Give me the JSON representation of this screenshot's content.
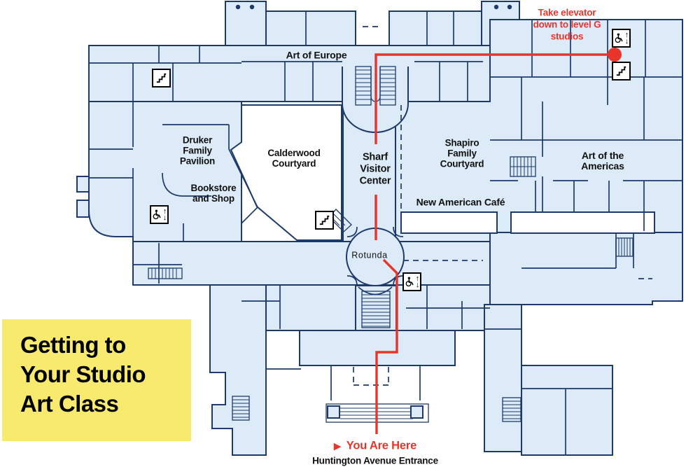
{
  "title_card": {
    "label": "Getting to\nYour Studio\nArt Class"
  },
  "map": {
    "areas": {
      "art_of_europe": "Art of Europe",
      "druker_family_pavilion": "Druker\nFamily\nPavilion",
      "calderwood_courtyard": "Calderwood\nCourtyard",
      "sharf_visitor_center": "Sharf\nVisitor\nCenter",
      "shapiro_family_courtyard": "Shapiro\nFamily\nCourtyard",
      "art_of_the_americas": "Art of the Americas",
      "bookstore_and_shop": "Bookstore\nand Shop",
      "new_american_cafe": "New American Café",
      "rotunda": "Rotunda"
    },
    "route": {
      "elevator_note": "Take elevator\ndown to level G\nstudios",
      "you_are_here_marker": "▶",
      "you_are_here": "You Are Here",
      "entrance_label": "Huntington Avenue Entrance"
    },
    "icons": {
      "elevator_up_arrow": "↑",
      "elevator_down_arrow": "↓"
    },
    "colors": {
      "building_fill": "#dcebf7",
      "wall": "#1d3a6b",
      "route_red": "#e8352b",
      "courtyard_white": "#ffffff",
      "title_card_yellow": "#f7ea6e"
    }
  }
}
